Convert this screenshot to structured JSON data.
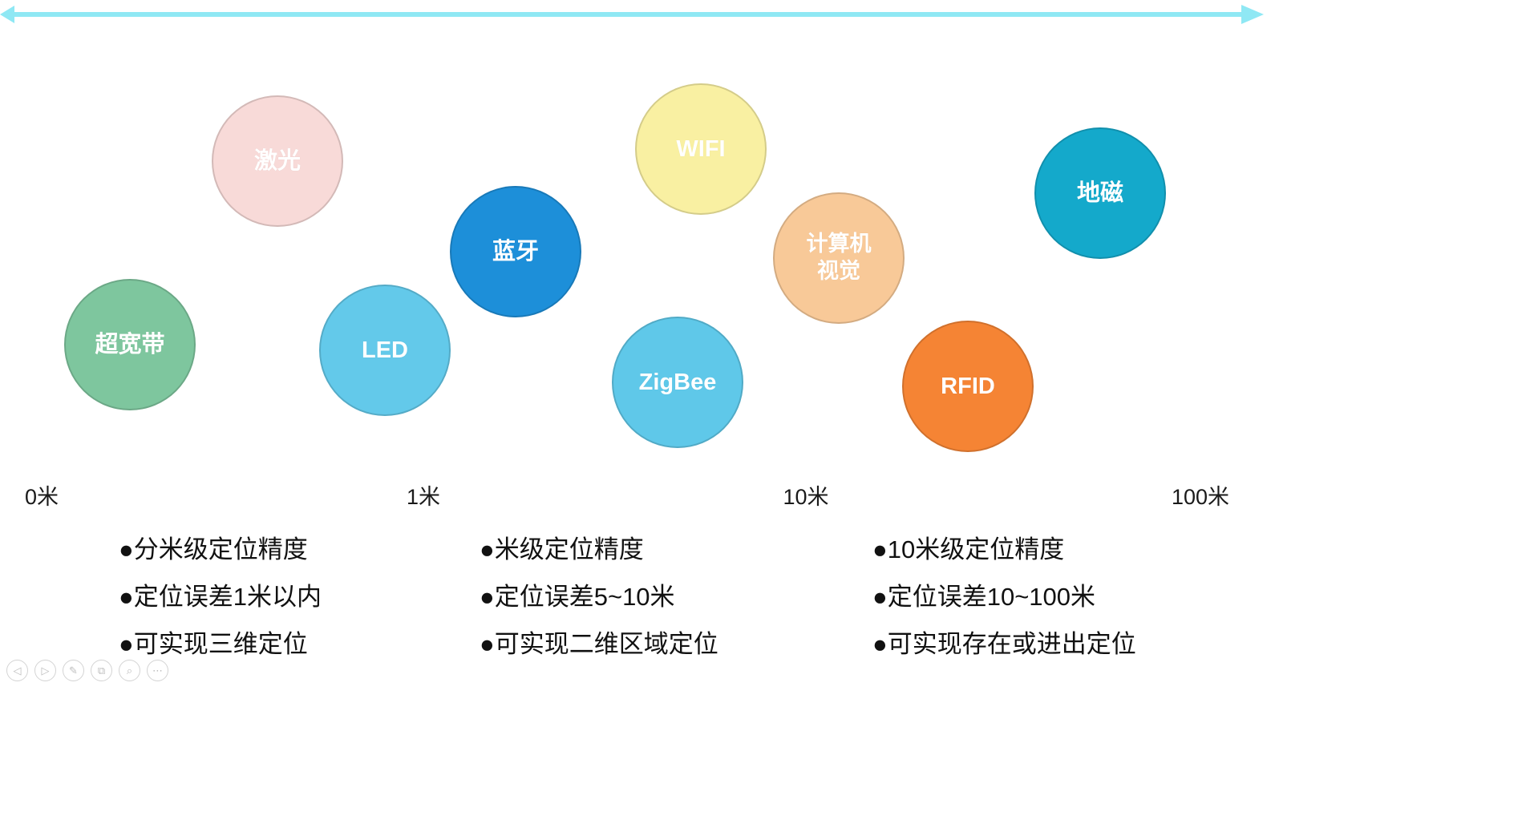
{
  "slide": {
    "background": "#FFFFFF",
    "axis_color": "#8FE8F4"
  },
  "bubbles": [
    {
      "id": "laser",
      "label": "激光",
      "fill": "#F8DAD8"
    },
    {
      "id": "uwb",
      "label": "超宽带",
      "fill": "#7EC69E"
    },
    {
      "id": "led",
      "label": "LED",
      "fill": "#63C9EA"
    },
    {
      "id": "bluetooth",
      "label": "蓝牙",
      "fill": "#1D8FD9"
    },
    {
      "id": "zigbee",
      "label": "ZigBee",
      "fill": "#5FC8E9"
    },
    {
      "id": "wifi",
      "label": "WIFI",
      "fill": "#F9F0A2"
    },
    {
      "id": "cv",
      "label": "计算机\n视觉",
      "fill": "#F8C998"
    },
    {
      "id": "rfid",
      "label": "RFID",
      "fill": "#F58434"
    },
    {
      "id": "geomagnetic",
      "label": "地磁",
      "fill": "#14A9CB"
    }
  ],
  "axis": {
    "ticks": [
      "0米",
      "1米",
      "10米",
      "100米"
    ]
  },
  "notes": [
    {
      "items": [
        "●分米级定位精度",
        "●定位误差1米以内",
        "●可实现三维定位"
      ]
    },
    {
      "items": [
        "●米级定位精度",
        "●定位误差5~10米",
        "●可实现二维区域定位"
      ]
    },
    {
      "items": [
        "●10米级定位精度",
        "●定位误差10~100米",
        "●可实现存在或进出定位"
      ]
    }
  ],
  "toolbar": {
    "buttons": [
      {
        "name": "previous-slide",
        "glyph": "◁"
      },
      {
        "name": "next-slide",
        "glyph": "▷"
      },
      {
        "name": "pen-tool",
        "glyph": "✎"
      },
      {
        "name": "slide-copy",
        "glyph": "⧉"
      },
      {
        "name": "magnifier",
        "glyph": "⌕"
      },
      {
        "name": "more-options",
        "glyph": "⋯"
      }
    ]
  }
}
